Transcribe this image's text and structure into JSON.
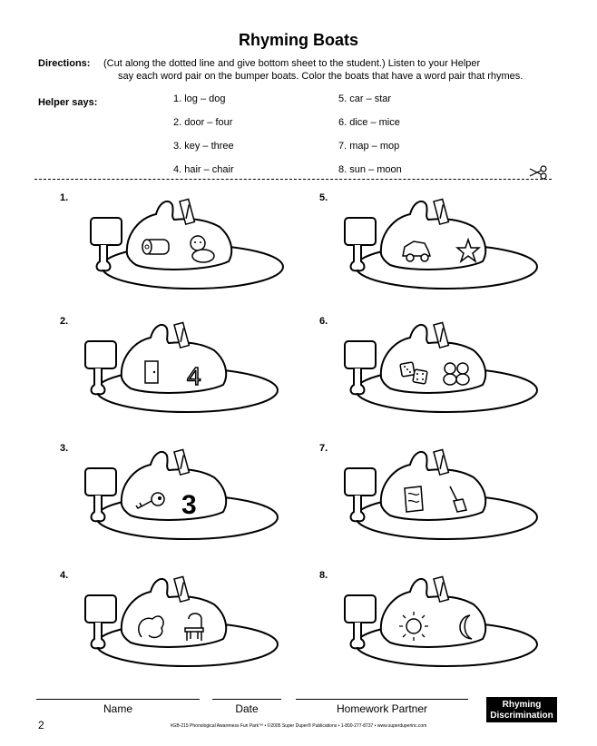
{
  "title": "Rhyming Boats",
  "directions": {
    "label": "Directions:",
    "line1": "(Cut along the dotted line and give bottom sheet to the student.)  Listen to your Helper",
    "line2": "say each word pair on the bumper boats. Color the boats that have a word pair that rhymes."
  },
  "helper": {
    "label": "Helper says:",
    "pairs": [
      "1. log – dog",
      "2. door – four",
      "3. key – three",
      "4. hair – chair",
      "5. car – star",
      "6. dice – mice",
      "7. map – mop",
      "8. sun – moon"
    ]
  },
  "boats": [
    {
      "number": "1.",
      "left_icon": "log-icon",
      "right_icon": "dog-icon"
    },
    {
      "number": "2.",
      "left_icon": "door-icon",
      "right_icon": "four-icon",
      "right_text": "4"
    },
    {
      "number": "3.",
      "left_icon": "key-icon",
      "right_icon": "three-icon",
      "right_text": "3"
    },
    {
      "number": "4.",
      "left_icon": "hair-icon",
      "right_icon": "chair-icon"
    },
    {
      "number": "5.",
      "left_icon": "car-icon",
      "right_icon": "star-icon"
    },
    {
      "number": "6.",
      "left_icon": "dice-icon",
      "right_icon": "mice-icon"
    },
    {
      "number": "7.",
      "left_icon": "map-icon",
      "right_icon": "mop-icon"
    },
    {
      "number": "8.",
      "left_icon": "sun-icon",
      "right_icon": "moon-icon"
    }
  ],
  "signature": {
    "name": "Name",
    "date": "Date",
    "partner": "Homework Partner"
  },
  "badge": {
    "line1": "Rhyming",
    "line2": "Discrimination"
  },
  "page_number": "2",
  "footer": "#GB-215 Phonological Awareness Fun Park™  •  ©2005 Super Duper® Publications  •  1-800-277-8737  •  www.superduperinc.com"
}
